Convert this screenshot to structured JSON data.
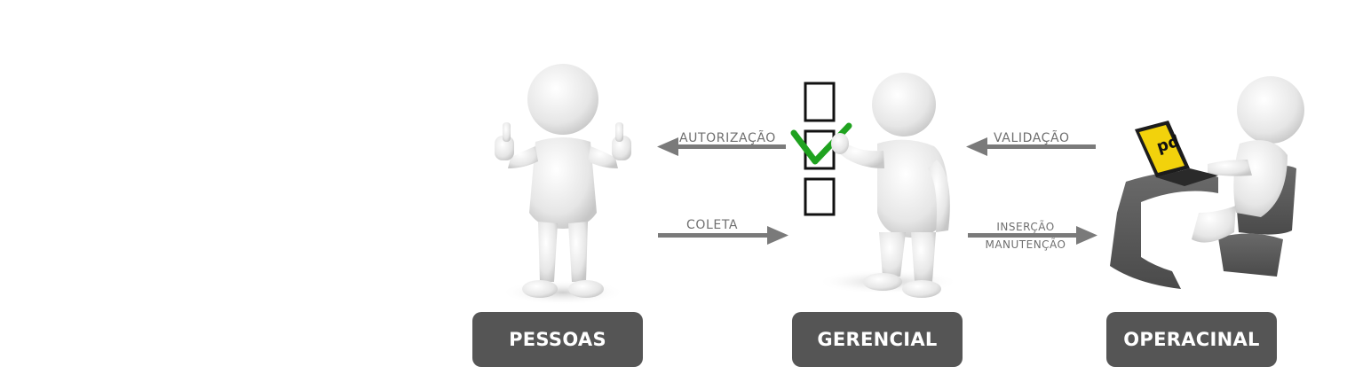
{
  "roles": {
    "pessoas": "PESSOAS",
    "gerencial": "GERENCIAL",
    "operacional": "OPERACINAL"
  },
  "flows": {
    "autorizacao": "AUTORIZAÇÃO",
    "coleta": "COLETA",
    "validacao": "VALIDAÇÃO",
    "insercao": "INSERÇÃO",
    "manutencao": "MANUTENÇÃO"
  },
  "laptop_logo": "pd",
  "colors": {
    "badge": "#555555",
    "arrow": "#7a7a7a",
    "check": "#1fa21f",
    "laptop_screen": "#f2d20c"
  }
}
